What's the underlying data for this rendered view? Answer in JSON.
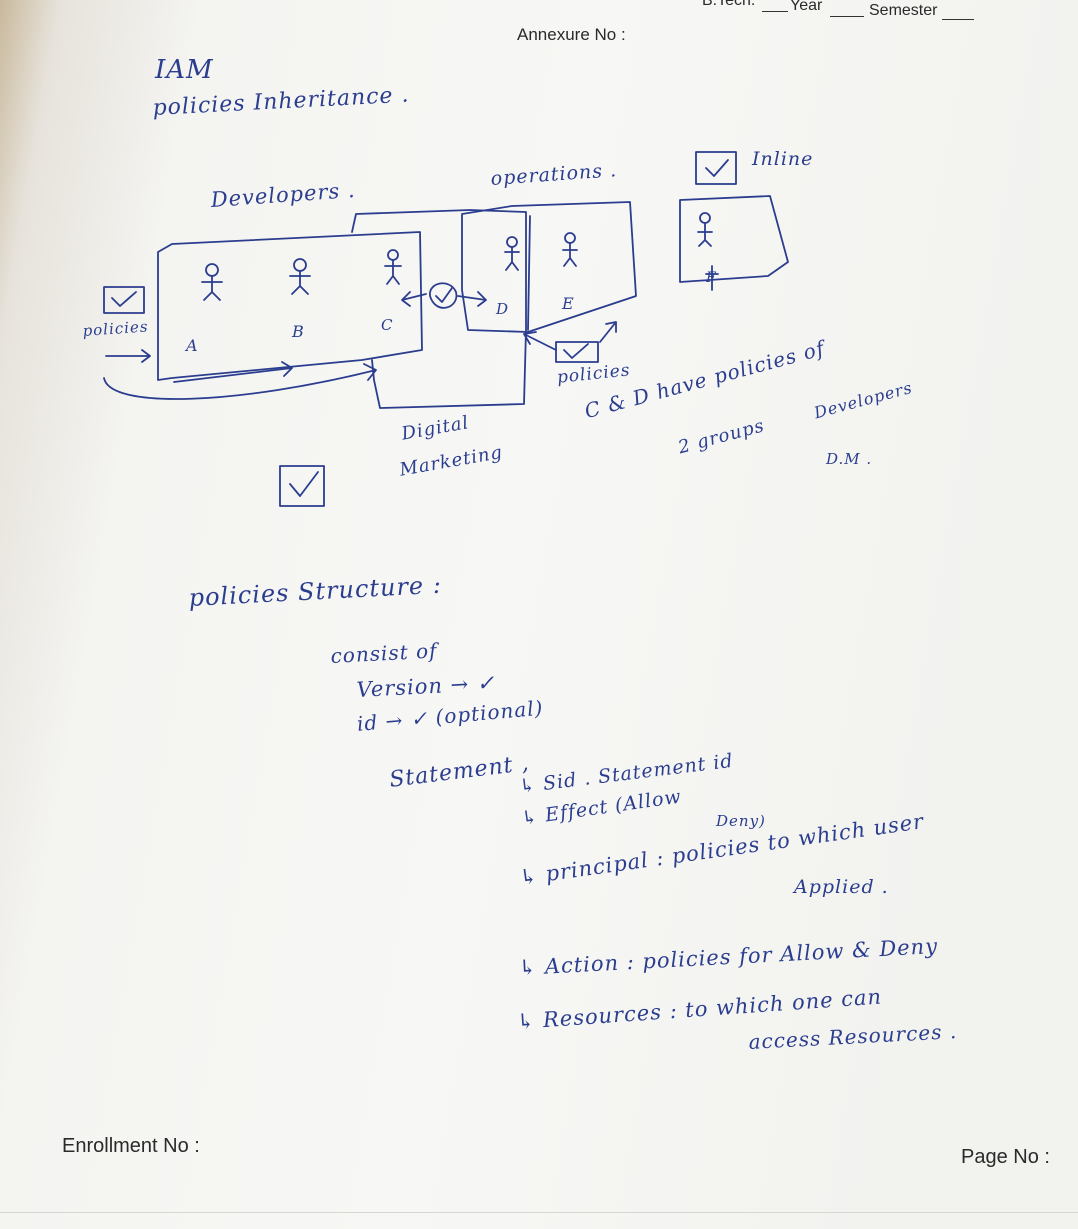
{
  "form": {
    "header_course": "B.Tech.",
    "header_year": "Year",
    "header_semester": "Semester",
    "annexure": "Annexure No :",
    "enrollment": "Enrollment No :",
    "page_no": "Page No :"
  },
  "notes": {
    "title": "IAM",
    "subtitle": "policies Inheritance .",
    "group_developers": "Developers .",
    "group_operations": "operations .",
    "group_digital_1": "Digital",
    "group_digital_2": "Marketing",
    "inline_label": "Inline",
    "policies_left": "policies",
    "policies_right": "policies",
    "user_a": "A",
    "user_b": "B",
    "user_c": "C",
    "user_d": "D",
    "user_e": "E",
    "user_f": "F",
    "note_line1": "C & D have policies of",
    "note_line2a": "2 groups",
    "note_line2b": "Developers",
    "note_line3": "D.M .",
    "structure_heading": "policies Structure :",
    "consist_of": "consist of",
    "version": "Version → ✓",
    "id_line": "id → ✓ (optional)",
    "statement": "Statement ,",
    "sid": "↳ Sid . Statement id",
    "effect": "↳ Effect (Allow",
    "effect_deny": "Deny)",
    "principal": "↳ principal : policies to which user",
    "principal_2": "Applied .",
    "action": "↳ Action :  policies for Allow & Deny",
    "resources": "↳ Resources : to which one can",
    "resources_2": "access Resources ."
  }
}
